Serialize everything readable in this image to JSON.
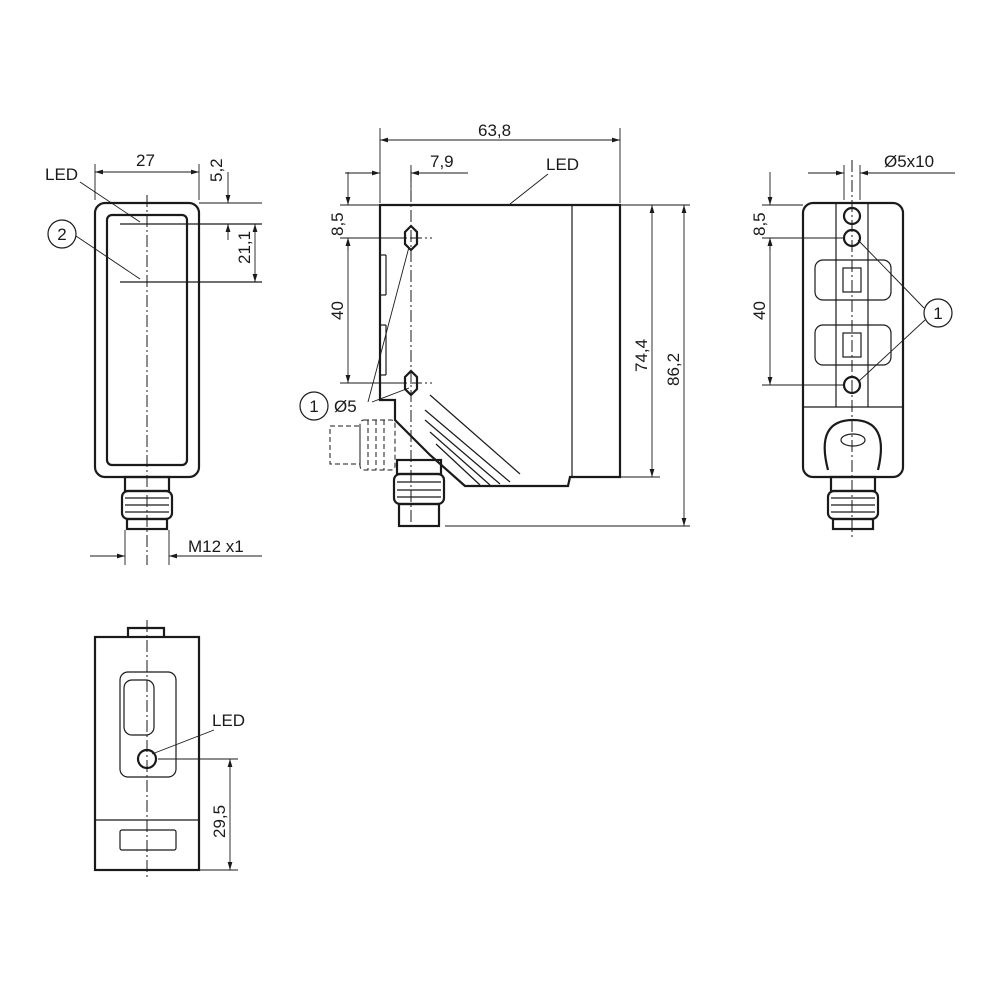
{
  "dimensions": {
    "front_width": "27",
    "front_top_offset": "5,2",
    "front_led_height": "21,1",
    "thread": "M12 x1",
    "side_width": "63,8",
    "side_hole_offset": "7,9",
    "side_hole_top": "8,5",
    "side_hole_spacing": "40",
    "side_hole_dia": "Ø5",
    "side_height_body": "74,4",
    "side_height_total": "86,2",
    "rear_slot": "Ø5x10",
    "rear_hole_top": "8,5",
    "rear_hole_spacing": "40",
    "bottom_led_offset": "29,5"
  },
  "labels": {
    "led_front": "LED",
    "led_side": "LED",
    "led_bottom": "LED"
  },
  "balloons": {
    "one_side": "1",
    "one_rear": "1",
    "two_front": "2"
  }
}
